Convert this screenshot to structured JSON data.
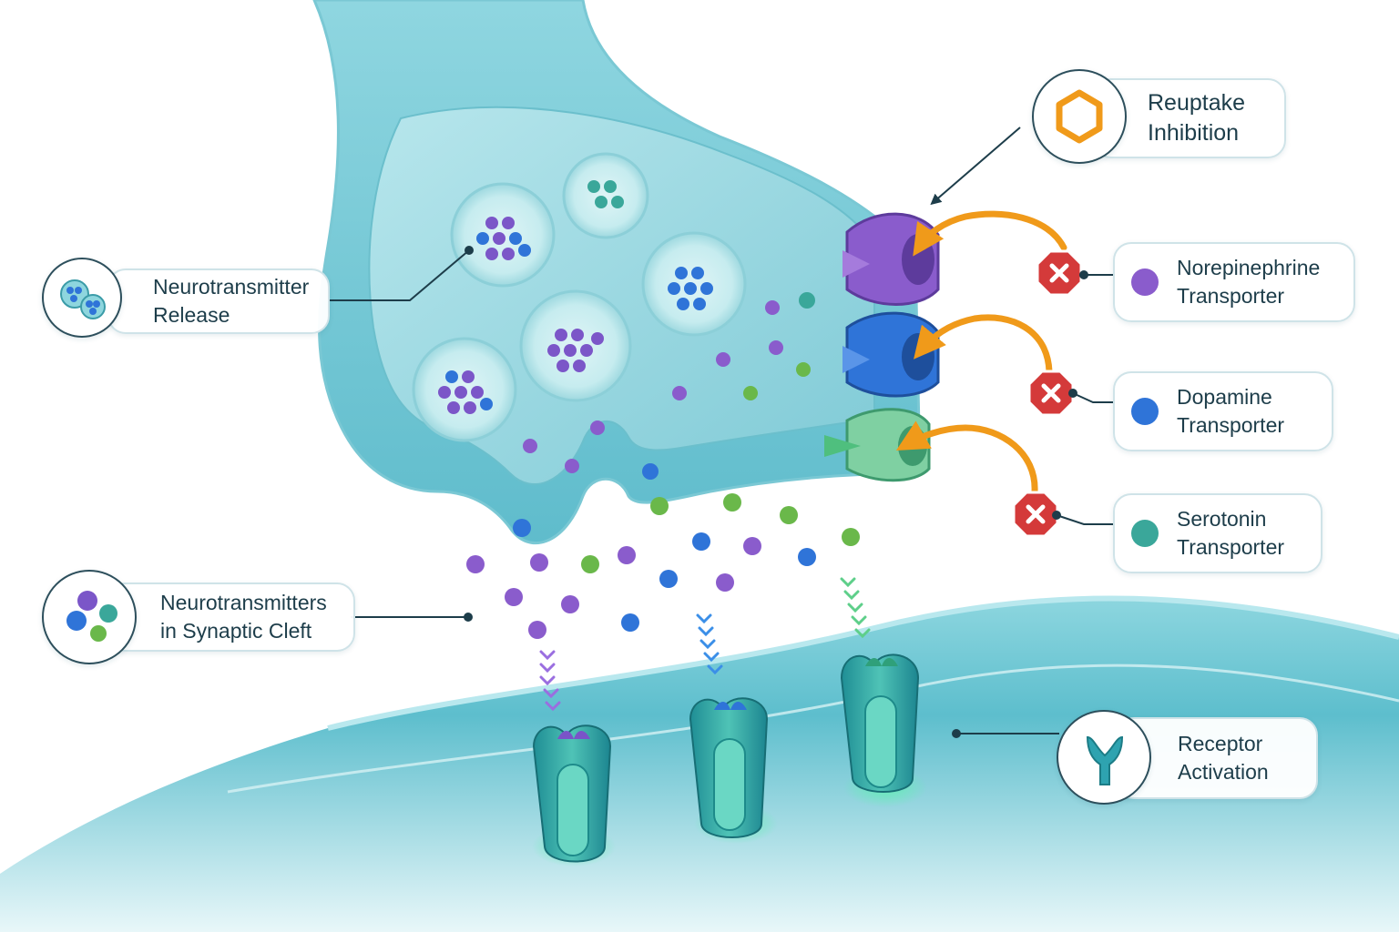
{
  "labels": {
    "release": [
      "Neurotransmitter",
      "Release"
    ],
    "cleft": [
      "Neurotransmitters",
      "in Synaptic Cleft"
    ],
    "reuptake": [
      "Reuptake",
      "Inhibition"
    ],
    "norepinephrine": [
      "Norepinephrine",
      "Transporter"
    ],
    "dopamine": [
      "Dopamine",
      "Transporter"
    ],
    "serotonin": [
      "Serotonin",
      "Transporter"
    ],
    "receptor": [
      "Receptor",
      "Activation"
    ]
  },
  "icons": {
    "release": "vesicle-icon",
    "cleft": "molecules-icon",
    "reuptake": "hexagon-icon",
    "receptor": "receptor-icon",
    "blocked": "blocked-x-icon"
  },
  "colors": {
    "norepinephrine": "#8a5ccc",
    "dopamine": "#2f74d8",
    "serotonin": "#3aa79a",
    "green": "#6ab84a",
    "inhibition_arrow": "#f09a1a",
    "blocked": "#d43a3a",
    "membrane": "#8fd3dc"
  }
}
